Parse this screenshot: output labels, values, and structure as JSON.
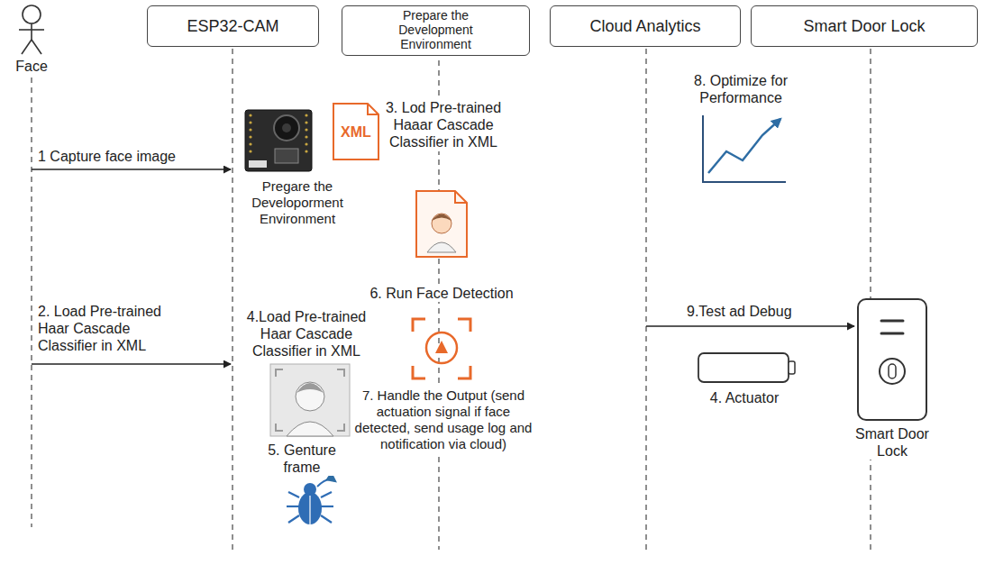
{
  "diagram": {
    "nodes": [
      {
        "text": [
          "ESP32-CAM"
        ]
      },
      {
        "text": [
          "Prepare the Development Environment"
        ]
      },
      {
        "text": [
          "Cloud Analytics"
        ]
      },
      {
        "text": [
          "Smart Door Lock"
        ]
      }
    ],
    "labels": [
      "Face",
      "1 Capture face image",
      "XML",
      "3. Lod Pre-trained Haaar Cascade Classifier in XML",
      "8. Optimize for Performance",
      "Pregare the Developorment Environment",
      "6. Run Face Detection",
      "4.Load Pre-trained Haar Cascade Classifier in XML",
      "9.Test ad Debug",
      "2. Load Pre-trained Haar Cascade Classifier in XML",
      "4. Actuator",
      "7. Handle the Output (send actuation signal if face detected, send usage log and notification via cloud)",
      "Smart Door Lock",
      "5. Genture frame"
    ]
  }
}
